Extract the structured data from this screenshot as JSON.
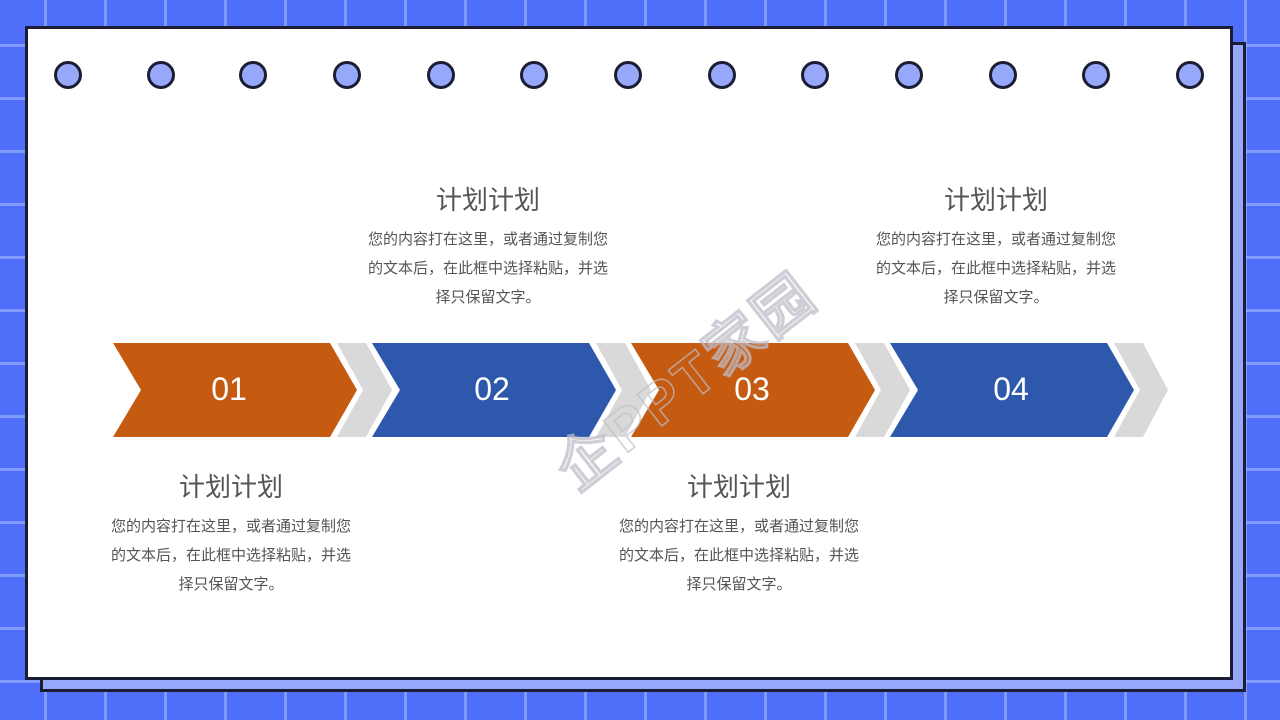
{
  "colors": {
    "background": "#4f6ffb",
    "grid_line": "#aabeff",
    "card": "#ffffff",
    "card_shadow": "#97a8fb",
    "border": "#1a1d33",
    "orange": "#c55a11",
    "blue": "#2e58ac",
    "chevron_gray": "#d9d9d9",
    "text": "#555555"
  },
  "binder_holes": 13,
  "steps": [
    {
      "number": "01",
      "color": "orange",
      "title": "计划计划",
      "body_lines": [
        "您的内容打在这里，或者通过复制您",
        "的文本后，在此框中选择粘贴，并选",
        "择只保留文字。"
      ],
      "text_position": "below"
    },
    {
      "number": "02",
      "color": "blue",
      "title": "计划计划",
      "body_lines": [
        "您的内容打在这里，或者通过复制您",
        "的文本后，在此框中选择粘贴，并选",
        "择只保留文字。"
      ],
      "text_position": "above"
    },
    {
      "number": "03",
      "color": "orange",
      "title": "计划计划",
      "body_lines": [
        "您的内容打在这里，或者通过复制您",
        "的文本后，在此框中选择粘贴，并选",
        "择只保留文字。"
      ],
      "text_position": "below"
    },
    {
      "number": "04",
      "color": "blue",
      "title": "计划计划",
      "body_lines": [
        "您的内容打在这里，或者通过复制您",
        "的文本后，在此框中选择粘贴，并选",
        "择只保留文字。"
      ],
      "text_position": "above"
    }
  ],
  "watermark": "企PPT家园"
}
